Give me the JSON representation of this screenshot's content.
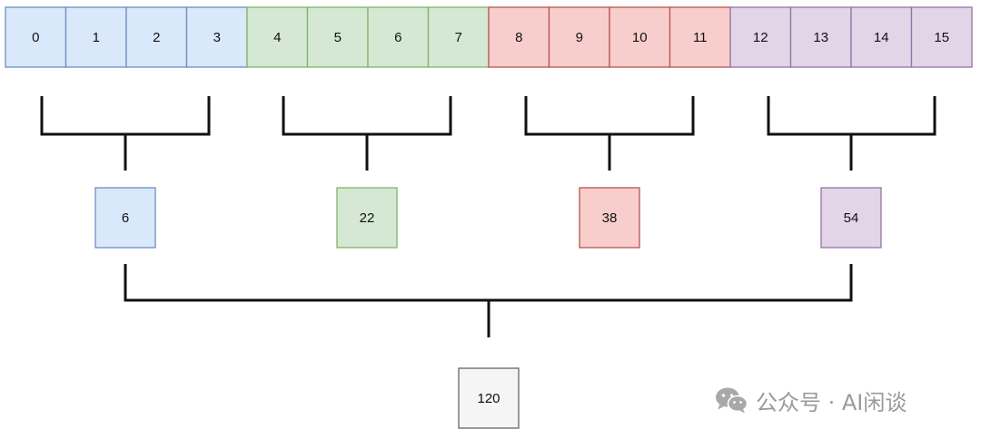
{
  "colors": {
    "blue_fill": "#dae8fc",
    "blue_stroke": "#6c8ebf",
    "green_fill": "#d5e8d4",
    "green_stroke": "#82b366",
    "red_fill": "#f8cecc",
    "red_stroke": "#b85450",
    "purple_fill": "#e1d5e7",
    "purple_stroke": "#9673a6",
    "gray_fill": "#f5f5f5",
    "gray_stroke": "#666666",
    "bracket": "#111111"
  },
  "cells": [
    {
      "label": "0",
      "group": "blue"
    },
    {
      "label": "1",
      "group": "blue"
    },
    {
      "label": "2",
      "group": "blue"
    },
    {
      "label": "3",
      "group": "blue"
    },
    {
      "label": "4",
      "group": "green"
    },
    {
      "label": "5",
      "group": "green"
    },
    {
      "label": "6",
      "group": "green"
    },
    {
      "label": "7",
      "group": "green"
    },
    {
      "label": "8",
      "group": "red"
    },
    {
      "label": "9",
      "group": "red"
    },
    {
      "label": "10",
      "group": "red"
    },
    {
      "label": "11",
      "group": "red"
    },
    {
      "label": "12",
      "group": "purple"
    },
    {
      "label": "13",
      "group": "purple"
    },
    {
      "label": "14",
      "group": "purple"
    },
    {
      "label": "15",
      "group": "purple"
    }
  ],
  "group_sums": [
    {
      "label": "6",
      "group": "blue"
    },
    {
      "label": "22",
      "group": "green"
    },
    {
      "label": "38",
      "group": "red"
    },
    {
      "label": "54",
      "group": "purple"
    }
  ],
  "total": {
    "label": "120",
    "group": "gray"
  },
  "watermark": {
    "icon": "wechat-icon",
    "text": "公众号 · AI闲谈"
  }
}
